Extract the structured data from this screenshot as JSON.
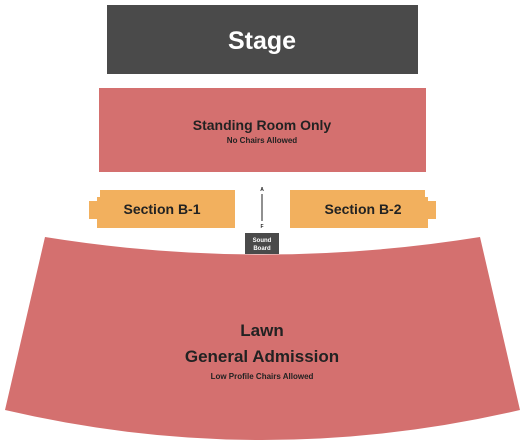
{
  "stage": {
    "label": "Stage",
    "color": "#4a4a4a",
    "text_color": "#ffffff"
  },
  "standing_room": {
    "title": "Standing Room Only",
    "subtitle": "No Chairs Allowed",
    "color": "#d4706f",
    "text_color": "#222222"
  },
  "section_b1": {
    "label": "Section B-1",
    "color": "#f2b05e",
    "text_color": "#222222"
  },
  "section_b2": {
    "label": "Section B-2",
    "color": "#f2b05e",
    "text_color": "#222222"
  },
  "aisle_marker": {
    "top_letter": "A",
    "bottom_letter": "F"
  },
  "sound_board": {
    "line1": "Sound",
    "line2": "Board",
    "color": "#4a4a4a",
    "text_color": "#ffffff"
  },
  "lawn": {
    "title_line1": "Lawn",
    "title_line2": "General Admission",
    "subtitle": "Low Profile Chairs Allowed",
    "color": "#d4706f",
    "text_color": "#222222"
  }
}
